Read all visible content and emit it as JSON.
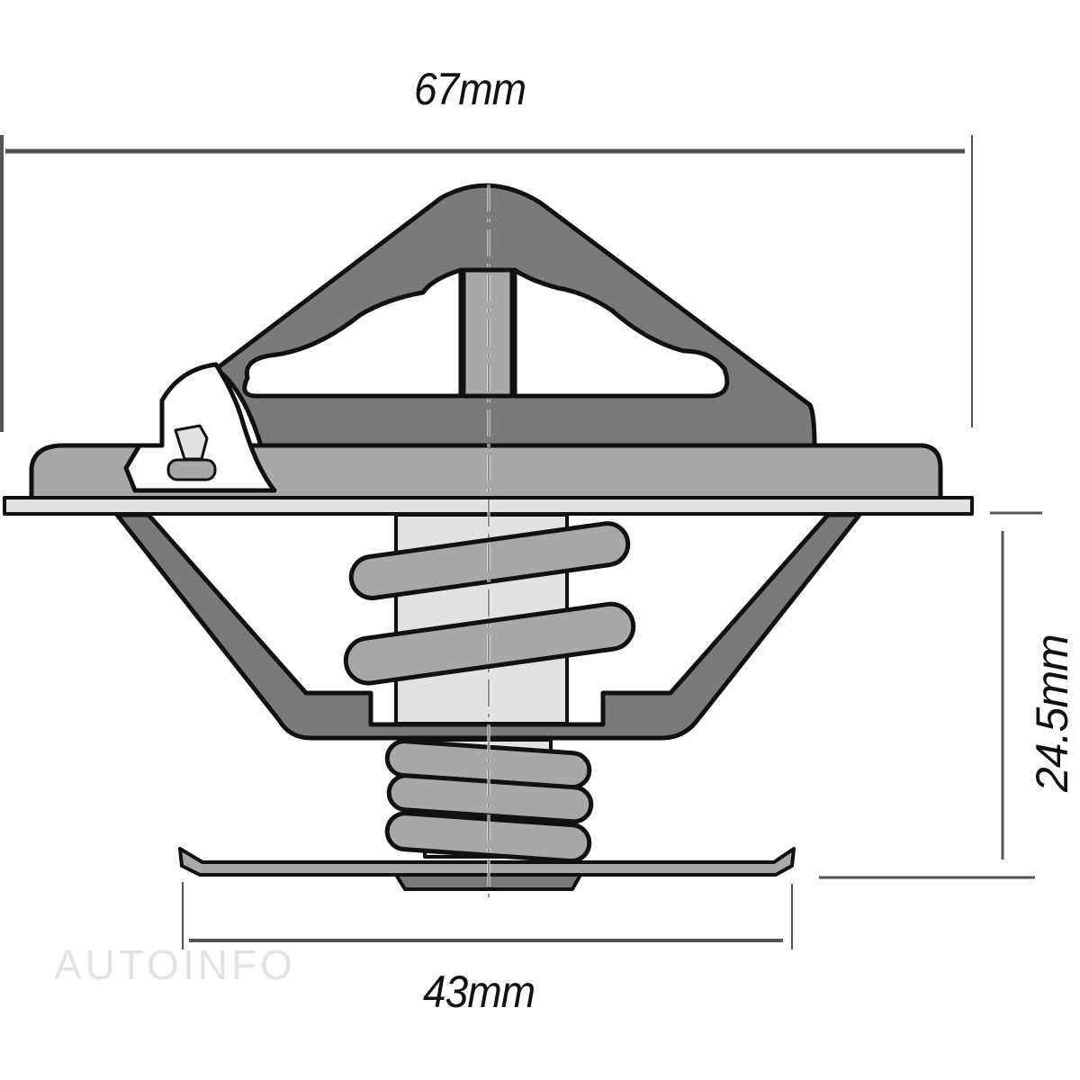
{
  "diagram": {
    "subject": "Engine thermostat technical dimension drawing",
    "dimensions": {
      "overall_flange_width": "67mm",
      "body_height": "24.5mm",
      "bottom_disc_width": "43mm"
    },
    "watermark": "AUTOINFO",
    "colors": {
      "dark_fill": "#7a7a7a",
      "mid_fill": "#a8a8a8",
      "light_fill": "#e2e2e2",
      "outline": "#111111",
      "dimension_line": "#555555",
      "watermark": "#e3e3e3"
    }
  }
}
